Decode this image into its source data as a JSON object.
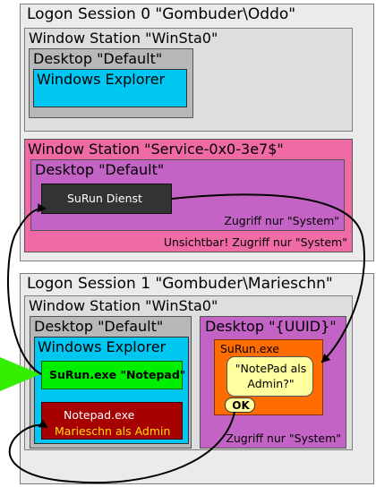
{
  "session0": {
    "title": "Logon Session 0 \"Gombuder\\Oddo\"",
    "winsta0": {
      "title": "Window Station \"WinSta0\"",
      "desktop": {
        "title": "Desktop \"Default\"",
        "app": "Windows Explorer"
      }
    },
    "service_station": {
      "title": "Window Station \"Service-0x0-3e7$\"",
      "note": "Unsichtbar! Zugriff nur \"System\"",
      "desktop": {
        "title": "Desktop \"Default\"",
        "service": "SuRun Dienst",
        "note": "Zugriff nur \"System\""
      }
    }
  },
  "session1": {
    "title": "Logon Session 1 \"Gombuder\\Marieschn\"",
    "winsta0": {
      "title": "Window Station \"WinSta0\"",
      "desktop_default": {
        "title": "Desktop \"Default\"",
        "explorer": "Windows Explorer",
        "surun_cmd": "SuRun.exe \"Notepad\"",
        "notepad": "Notepad.exe",
        "notepad_user": "Marieschn als Admin"
      },
      "desktop_uuid": {
        "title": "Desktop \"{UUID}\"",
        "surun_exe": "SuRun.exe",
        "prompt": "\"NotePad als Admin?\"",
        "ok": "OK",
        "note": "Zugriff nur \"System\""
      }
    }
  },
  "colors": {
    "session_bg": "#ebebeb",
    "station_bg": "#dedede",
    "desktop_bg": "#b8b8b8",
    "service_station": "#f06aa5",
    "secure_desktop": "#c463c6",
    "explorer": "#00c7f2",
    "surun_service": "#333333",
    "surun_cmd": "#00ee00",
    "notepad": "#a60000",
    "surun_dialog": "#ff6d00",
    "prompt_bubble": "#ffffa0",
    "arrow_marker": "#33ee00"
  }
}
